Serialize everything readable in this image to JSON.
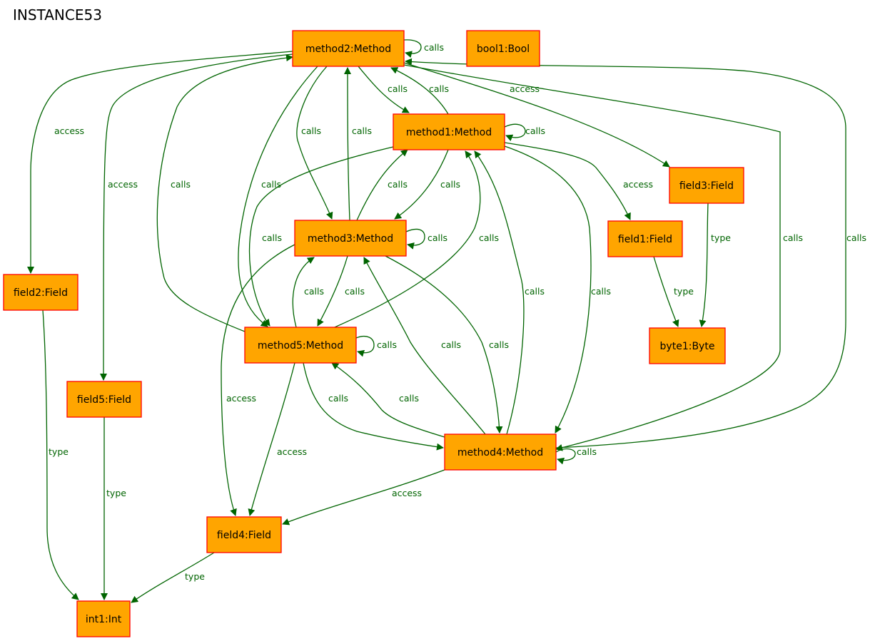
{
  "title": "INSTANCE53",
  "colors": {
    "node_fill": "#FFA500",
    "node_border": "#FF0000",
    "edge": "#006400",
    "edge_label": "#006400"
  },
  "nodes": [
    {
      "id": "method2",
      "label": "method2:Method"
    },
    {
      "id": "bool1",
      "label": "bool1:Bool"
    },
    {
      "id": "method1",
      "label": "method1:Method"
    },
    {
      "id": "field3",
      "label": "field3:Field"
    },
    {
      "id": "method3",
      "label": "method3:Method"
    },
    {
      "id": "field1",
      "label": "field1:Field"
    },
    {
      "id": "field2",
      "label": "field2:Field"
    },
    {
      "id": "method5",
      "label": "method5:Method"
    },
    {
      "id": "byte1",
      "label": "byte1:Byte"
    },
    {
      "id": "field5",
      "label": "field5:Field"
    },
    {
      "id": "method4",
      "label": "method4:Method"
    },
    {
      "id": "field4",
      "label": "field4:Field"
    },
    {
      "id": "int1",
      "label": "int1:Int"
    }
  ],
  "edges": [
    {
      "from": "method2",
      "to": "method2",
      "label": "calls"
    },
    {
      "from": "method2",
      "to": "field2",
      "label": "access"
    },
    {
      "from": "method2",
      "to": "field5",
      "label": "access"
    },
    {
      "from": "method2",
      "to": "method1",
      "label": "calls"
    },
    {
      "from": "method1",
      "to": "method2",
      "label": "calls"
    },
    {
      "from": "method2",
      "to": "field3",
      "label": "access"
    },
    {
      "from": "method2",
      "to": "method3",
      "label": "calls"
    },
    {
      "from": "method3",
      "to": "method2",
      "label": "calls"
    },
    {
      "from": "method2",
      "to": "method5",
      "label": "calls"
    },
    {
      "from": "method5",
      "to": "method2",
      "label": "calls"
    },
    {
      "from": "method2",
      "to": "method4",
      "label": "calls"
    },
    {
      "from": "method4",
      "to": "method2",
      "label": "calls"
    },
    {
      "from": "method1",
      "to": "method1",
      "label": "calls"
    },
    {
      "from": "method1",
      "to": "field1",
      "label": "access"
    },
    {
      "from": "method1",
      "to": "method3",
      "label": "calls"
    },
    {
      "from": "method3",
      "to": "method1",
      "label": "calls"
    },
    {
      "from": "method1",
      "to": "method5",
      "label": "calls"
    },
    {
      "from": "method5",
      "to": "method1",
      "label": "calls"
    },
    {
      "from": "method1",
      "to": "method4",
      "label": "calls"
    },
    {
      "from": "method4",
      "to": "method1",
      "label": "calls"
    },
    {
      "from": "field3",
      "to": "byte1",
      "label": "type"
    },
    {
      "from": "field1",
      "to": "byte1",
      "label": "type"
    },
    {
      "from": "method3",
      "to": "method3",
      "label": "calls"
    },
    {
      "from": "method3",
      "to": "method5",
      "label": "calls"
    },
    {
      "from": "method5",
      "to": "method3",
      "label": "calls"
    },
    {
      "from": "method3",
      "to": "method4",
      "label": "calls"
    },
    {
      "from": "method4",
      "to": "method3",
      "label": "calls"
    },
    {
      "from": "method3",
      "to": "field4",
      "label": "access"
    },
    {
      "from": "method5",
      "to": "method5",
      "label": "calls"
    },
    {
      "from": "method5",
      "to": "method4",
      "label": "calls"
    },
    {
      "from": "method4",
      "to": "method5",
      "label": "calls"
    },
    {
      "from": "method5",
      "to": "field4",
      "label": "access"
    },
    {
      "from": "method4",
      "to": "method4",
      "label": "calls"
    },
    {
      "from": "method4",
      "to": "field4",
      "label": "access"
    },
    {
      "from": "field2",
      "to": "int1",
      "label": "type"
    },
    {
      "from": "field5",
      "to": "int1",
      "label": "type"
    },
    {
      "from": "field4",
      "to": "int1",
      "label": "type"
    }
  ]
}
